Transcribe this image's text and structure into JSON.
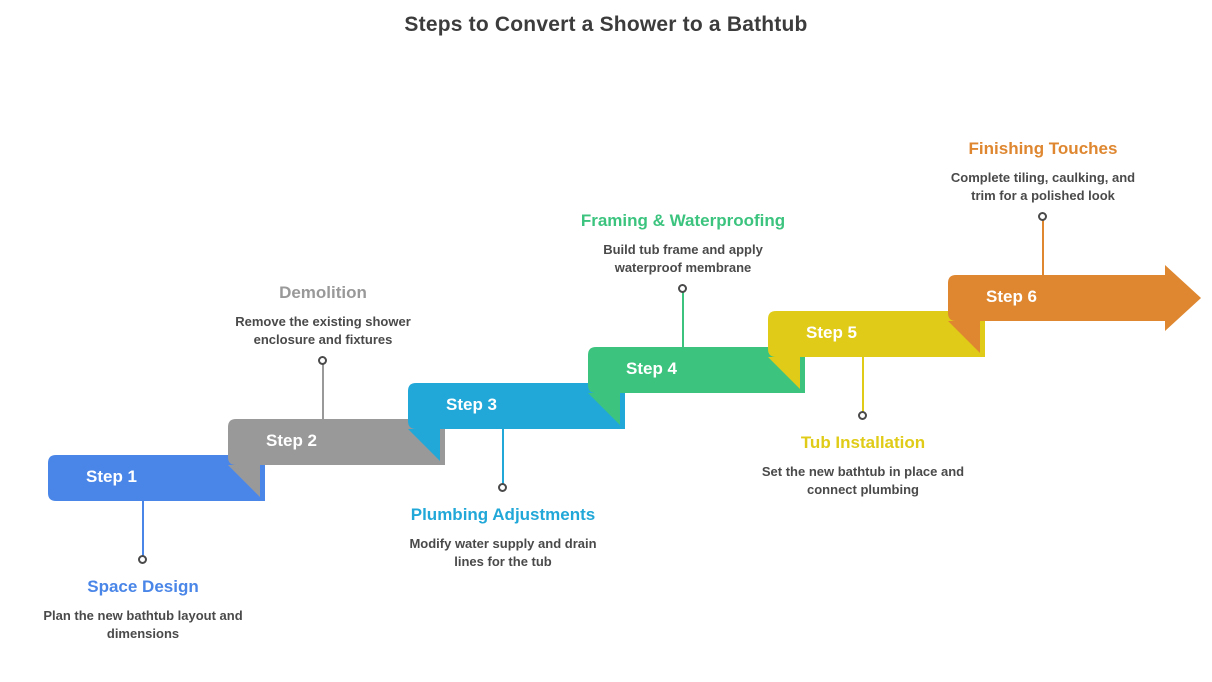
{
  "title": "Steps to Convert a Shower to a Bathtub",
  "background": "#ffffff",
  "text_color": "#4a4a4a",
  "title_color": "#3c3c3c",
  "chart_data": {
    "type": "diagram",
    "title": "Steps to Convert a Shower to a Bathtub",
    "subtype": "ascending-staircase-process-arrow",
    "direction": "left-to-right ascending",
    "step_count": 6,
    "steps": [
      {
        "badge": "Step 1",
        "title": "Space Design",
        "description": "Plan the new bathtub layout and dimensions",
        "color": "#4a86e8",
        "callout_side": "below"
      },
      {
        "badge": "Step 2",
        "title": "Demolition",
        "description": "Remove the existing shower enclosure and fixtures",
        "color": "#999999",
        "callout_side": "above"
      },
      {
        "badge": "Step 3",
        "title": "Plumbing Adjustments",
        "description": "Modify water supply and drain lines for the tub",
        "color": "#22a8d8",
        "callout_side": "below"
      },
      {
        "badge": "Step 4",
        "title": "Framing & Waterproofing",
        "description": "Build tub frame and apply waterproof membrane",
        "color": "#3cc47f",
        "callout_side": "above"
      },
      {
        "badge": "Step 5",
        "title": "Tub Installation",
        "description": "Set the new bathtub in place and connect plumbing",
        "color": "#e0cc18",
        "callout_side": "below"
      },
      {
        "badge": "Step 6",
        "title": "Finishing Touches",
        "description": "Complete tiling, caulking, and trim for a polished look",
        "color": "#de8730",
        "callout_side": "above"
      }
    ]
  }
}
